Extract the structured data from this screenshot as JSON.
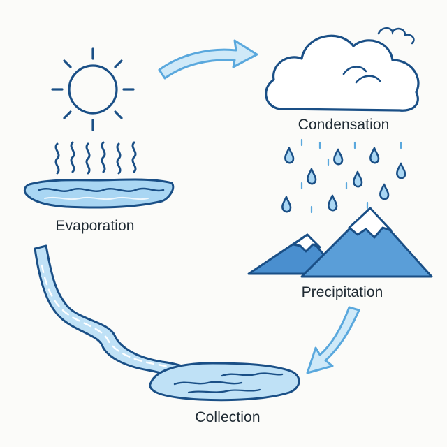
{
  "diagram": {
    "stages": {
      "evaporation": {
        "label": "Evaporation",
        "icon": "sun-and-water-icon"
      },
      "condensation": {
        "label": "Condensation",
        "icon": "cloud-icon"
      },
      "precipitation": {
        "label": "Precipitation",
        "icon": "rain-over-mountains-icon"
      },
      "collection": {
        "label": "Collection",
        "icon": "river-into-lake-icon"
      }
    },
    "flow": [
      "evaporation",
      "condensation",
      "precipitation",
      "collection",
      "evaporation"
    ]
  },
  "colors": {
    "outline": "#1a4f86",
    "water_light": "#bfe1f6",
    "water_mid": "#8fc8ef",
    "mountain": "#4a8fcf",
    "mountain_dark": "#2f6fae",
    "arrow_fill": "#cfe9f8",
    "arrow_stroke": "#5aa8dd",
    "label_text": "#1f2a33",
    "background": "#fbfbf9"
  }
}
